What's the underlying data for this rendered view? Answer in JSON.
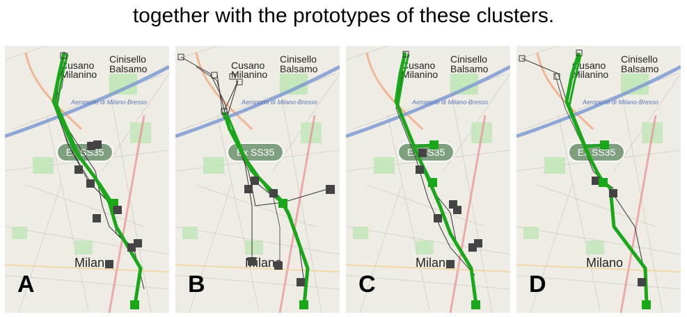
{
  "caption": "together with the prototypes of these clusters.",
  "map_labels": {
    "cusano_1": "Cusano",
    "cusano_2": "Milanino",
    "cinisello_1": "Cinisello",
    "cinisello_2": "Balsamo",
    "airport": "Aeroporto di Milano-Bresso",
    "shield": "Ex SS35",
    "milano": "Milano"
  },
  "panels": [
    {
      "letter": "A"
    },
    {
      "letter": "B"
    },
    {
      "letter": "C"
    },
    {
      "letter": "D"
    }
  ],
  "colors": {
    "prototype": "#1aa81a",
    "trajectory": "#333333",
    "map_bg": "#efece6",
    "park": "#b9e6b0",
    "major_road": "#f2a06c",
    "motorway": "#7d9bd1",
    "red_road": "#e88e8e",
    "shield_fill": "#7fa07f"
  }
}
